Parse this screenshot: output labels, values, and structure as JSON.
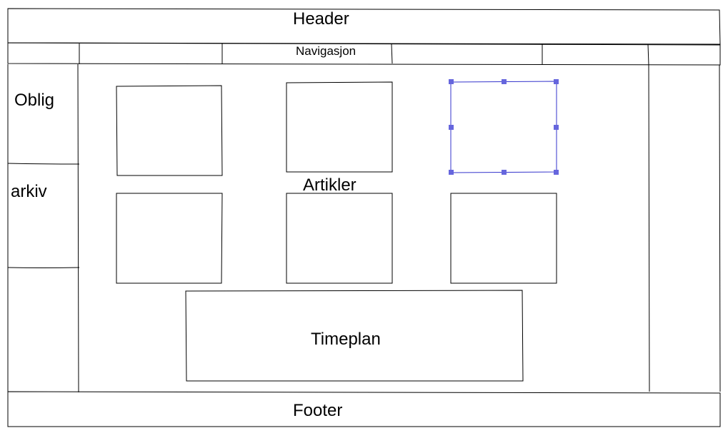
{
  "header": {
    "label": "Header"
  },
  "navigation": {
    "label": "Navigasjon"
  },
  "sidebar": {
    "items": [
      {
        "label": "Oblig"
      },
      {
        "label": "arkiv"
      }
    ]
  },
  "main": {
    "articles_label": "Artikler",
    "schedule_label": "Timeplan"
  },
  "footer": {
    "label": "Footer"
  },
  "colors": {
    "stroke": "#000000",
    "selection": "#3333cc",
    "handle": "#6666dd"
  }
}
